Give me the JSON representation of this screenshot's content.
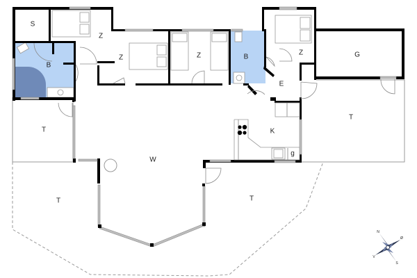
{
  "plan": {
    "title": "Floor plan",
    "colors": {
      "wall": "#000000",
      "window": "#bdbdbd",
      "bathroom": "#b8d4f5",
      "shower": "#6f8ab8",
      "outline": "#9a9a9a"
    },
    "rooms": {
      "storage": "S",
      "bedroom_1": "Z",
      "bedroom_2": "Z",
      "bedroom_3": "Z",
      "bedroom_4": "Z",
      "bathroom_1": "B",
      "bathroom_2": "B",
      "entrance": "E",
      "garage": "G",
      "kitchen": "K",
      "kitchen_niche": "g",
      "living": "W",
      "terrace_west": "T",
      "terrace_southwest": "T",
      "terrace_south": "T",
      "terrace_east": "T"
    },
    "compass": {
      "n": "N",
      "e": "Ø",
      "s": "S",
      "w": "V"
    }
  }
}
